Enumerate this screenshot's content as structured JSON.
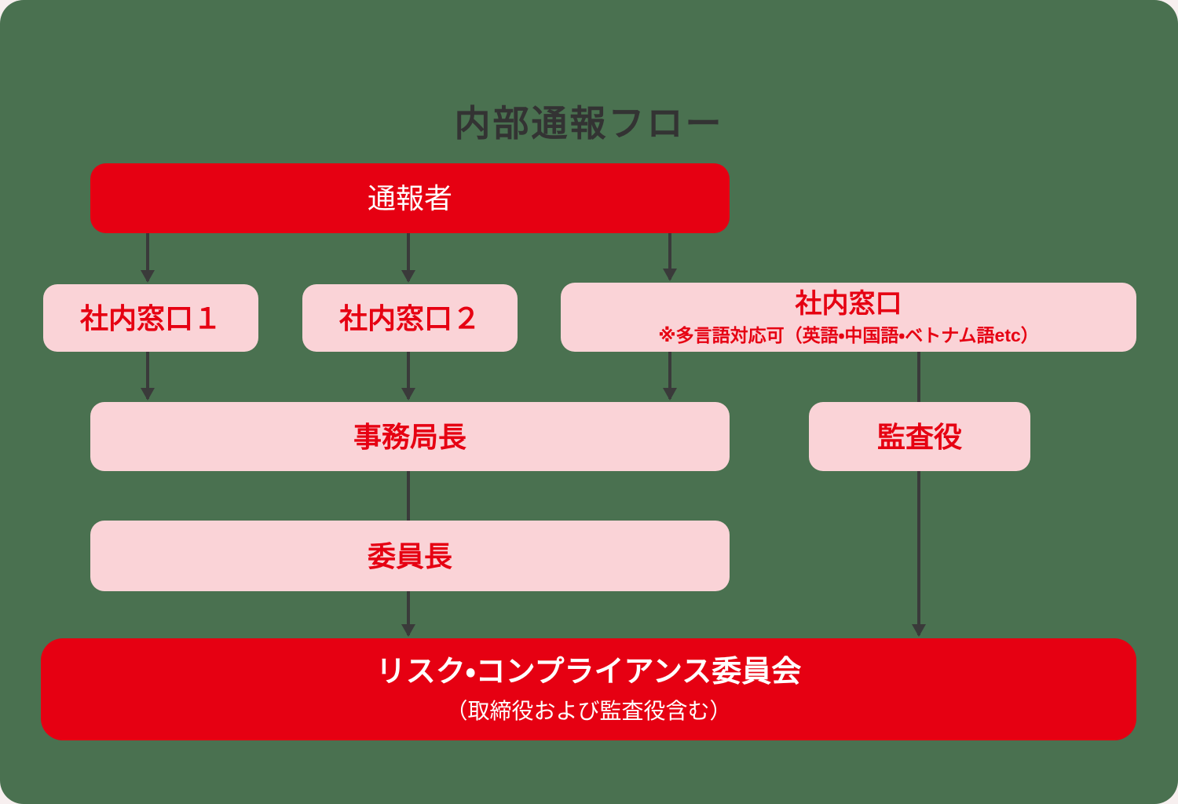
{
  "page": {
    "title": "内部通報フロー"
  },
  "colors": {
    "background_green": "#4A7150",
    "outer_background": "#F7EFEF",
    "accent_red": "#E60012",
    "box_pink": "#FAD3D7",
    "arrow_dark": "#3A3A3A",
    "title_text": "#333333",
    "white_text": "#FFFFFF"
  },
  "nodes": {
    "reporter": {
      "label": "通報者"
    },
    "window1": {
      "label": "社内窓口１"
    },
    "window2": {
      "label": "社内窓口２"
    },
    "window3": {
      "label": "社内窓口",
      "note": "※多言語対応可（英語・中国語・ベトナム語etc）"
    },
    "secretariat": {
      "label": "事務局長"
    },
    "auditor": {
      "label": "監査役"
    },
    "chairperson": {
      "label": "委員長"
    },
    "committee": {
      "label": "リスク・コンプライアンス委員会",
      "note": "（取締役および監査役含む）"
    }
  },
  "edges": [
    {
      "from": "reporter",
      "to": "window1",
      "style": "arrow"
    },
    {
      "from": "reporter",
      "to": "window2",
      "style": "arrow"
    },
    {
      "from": "reporter",
      "to": "window3",
      "style": "arrow"
    },
    {
      "from": "window1",
      "to": "secretariat",
      "style": "arrow"
    },
    {
      "from": "window2",
      "to": "secretariat",
      "style": "arrow"
    },
    {
      "from": "window3",
      "to": "secretariat",
      "style": "arrow"
    },
    {
      "from": "window3",
      "to": "auditor",
      "style": "line"
    },
    {
      "from": "secretariat",
      "to": "chairperson",
      "style": "line"
    },
    {
      "from": "chairperson",
      "to": "committee",
      "style": "arrow"
    },
    {
      "from": "auditor",
      "to": "committee",
      "style": "arrow"
    }
  ]
}
